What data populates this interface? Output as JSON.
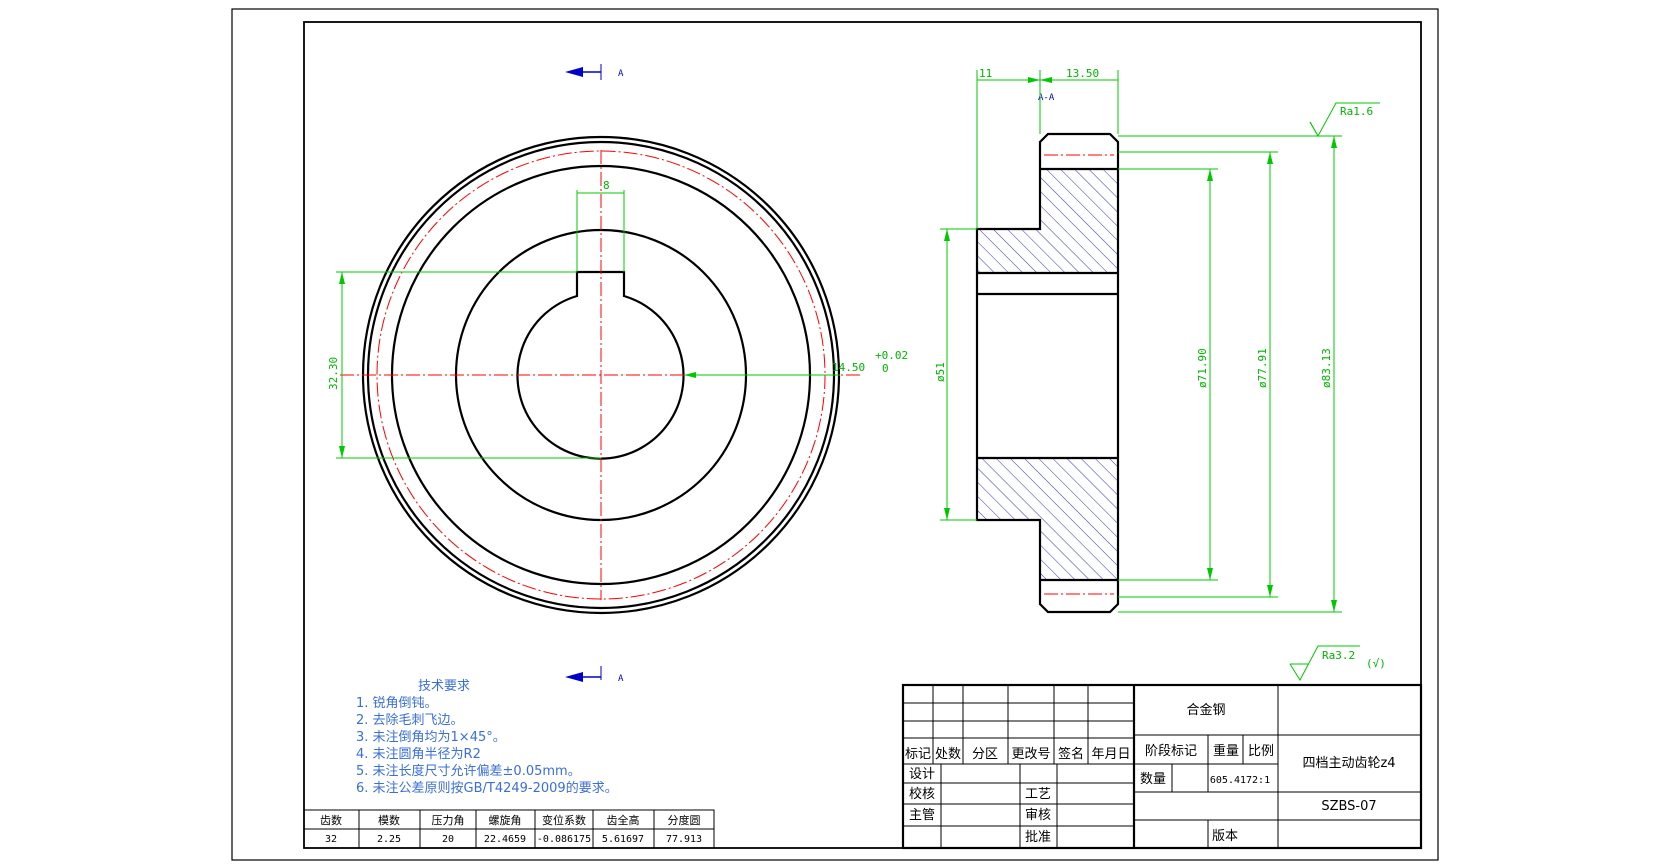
{
  "view_labels": {
    "section_top": "A",
    "section_bottom": "A",
    "section_view": "A-A"
  },
  "dimensions": {
    "keyway_width": "8",
    "keyway_depth": "32.30",
    "bore_dia": "14.50",
    "bore_tol_upper": "+0.02",
    "bore_tol_lower": "0",
    "hub_width": "11",
    "gear_width": "13.50",
    "hub_dia": "ø51",
    "root_dia": "ø71.90",
    "pitch_dia": "ø77.91",
    "tip_dia": "ø83.13"
  },
  "roughness": {
    "face": "Ra1.6",
    "general": "Ra3.2",
    "general_suffix": "(√)"
  },
  "notes": {
    "title": "技术要求",
    "items": [
      "1.  锐角倒钝。",
      "2.  去除毛刺飞边。",
      "3.  未注倒角均为1×45°。",
      "4.  未注圆角半径为R2",
      "5.  未注长度尺寸允许偏差±0.05mm。",
      "6.  未注公差原则按GB/T4249-2009的要求。"
    ]
  },
  "gear_table": {
    "headers": [
      "齿数",
      "模数",
      "压力角",
      "螺旋角",
      "变位系数",
      "齿全高",
      "分度圆"
    ],
    "values": [
      "32",
      "2.25",
      "20",
      "22.4659",
      "-0.086175",
      "5.61697",
      "77.913"
    ]
  },
  "title_block": {
    "material": "合金钢",
    "part_name": "四档主动齿轮z4",
    "drawing_no": "SZBS-07",
    "version_label": "版本",
    "header_labels": [
      "标记",
      "处数",
      "分区",
      "更改号",
      "签名",
      "年月日"
    ],
    "stage_label": "阶段标记",
    "weight_label": "重量",
    "scale_label": "比例",
    "qty_label": "数量",
    "weight_value": "605.4172:1",
    "design_label": "设计",
    "check_label": "校核",
    "supervisor_label": "主管",
    "process_label": "工艺",
    "review_label": "审核",
    "approve_label": "批准"
  }
}
